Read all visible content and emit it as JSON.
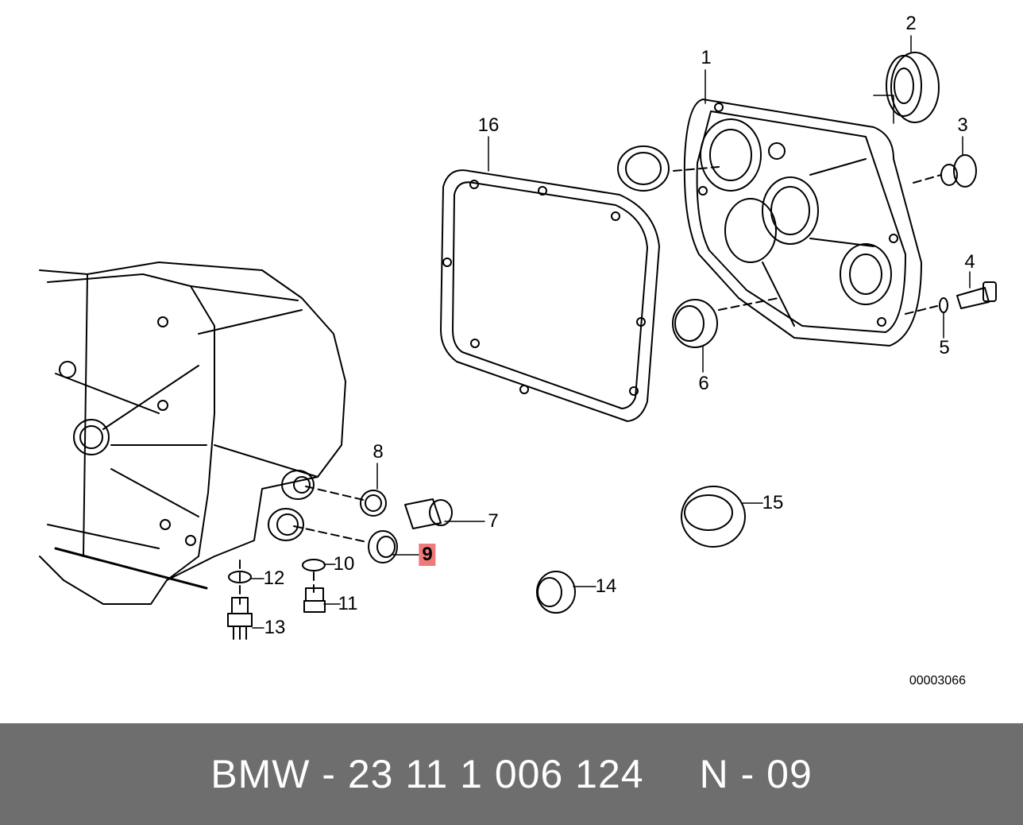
{
  "callouts": [
    {
      "label": "1"
    },
    {
      "label": "2"
    },
    {
      "label": "3"
    },
    {
      "label": "4"
    },
    {
      "label": "5"
    },
    {
      "label": "6"
    },
    {
      "label": "7"
    },
    {
      "label": "8"
    },
    {
      "label": "9",
      "highlighted": true
    },
    {
      "label": "10"
    },
    {
      "label": "11"
    },
    {
      "label": "12"
    },
    {
      "label": "13"
    },
    {
      "label": "14"
    },
    {
      "label": "15"
    },
    {
      "label": "16"
    }
  ],
  "diagram_ref": "00003066",
  "footer": {
    "part": "BMW - 23 11 1 006 124",
    "code": "N - 09"
  },
  "colors": {
    "highlight": "#f07a7a",
    "footer_bg": "#6e6e6e"
  }
}
